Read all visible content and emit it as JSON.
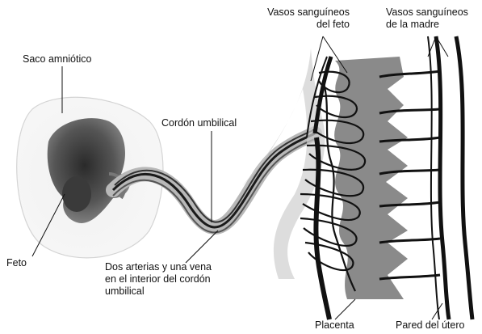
{
  "labels": {
    "amniotic_sac": "Saco amniótico",
    "fetus": "Feto",
    "umbilical_cord": "Cordón umbilical",
    "fetal_vessels": [
      "Vasos sanguíneos",
      "del feto"
    ],
    "maternal_vessels": [
      "Vasos sanguíneos",
      "de la madre"
    ],
    "arteries_vein": [
      "Dos arterias y una vena",
      "en el interior del cordón",
      "umbilical"
    ],
    "placenta": "Placenta",
    "uterine_wall": "Pared del útero"
  }
}
